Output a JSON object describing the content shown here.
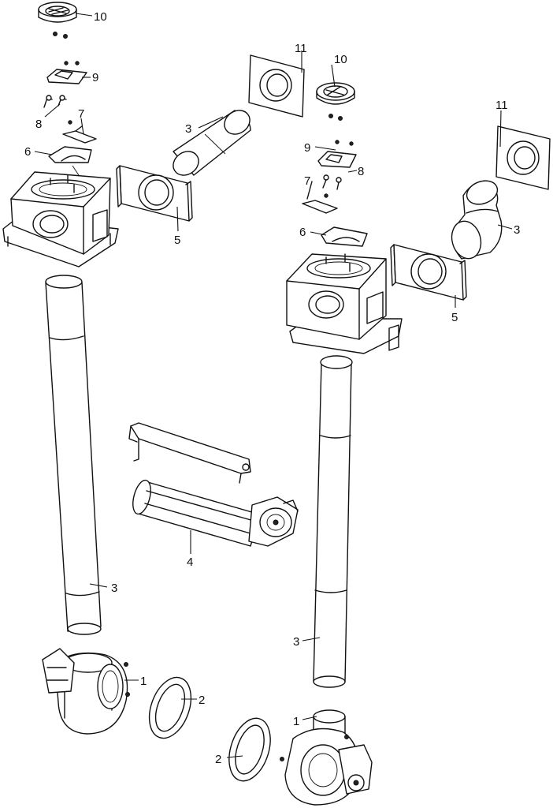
{
  "callouts": {
    "c1a": "1",
    "c1b": "1",
    "c2a": "2",
    "c2b": "2",
    "c3a": "3",
    "c3b": "3",
    "c3c": "3",
    "c3d": "3",
    "c4": "4",
    "c5a": "5",
    "c5b": "5",
    "c6a": "6",
    "c6b": "6",
    "c7a": "7",
    "c7b": "7",
    "c8a": "8",
    "c8b": "8",
    "c9a": "9",
    "c9b": "9",
    "c10a": "10",
    "c10b": "10",
    "c11a": "11",
    "c11b": "11"
  }
}
